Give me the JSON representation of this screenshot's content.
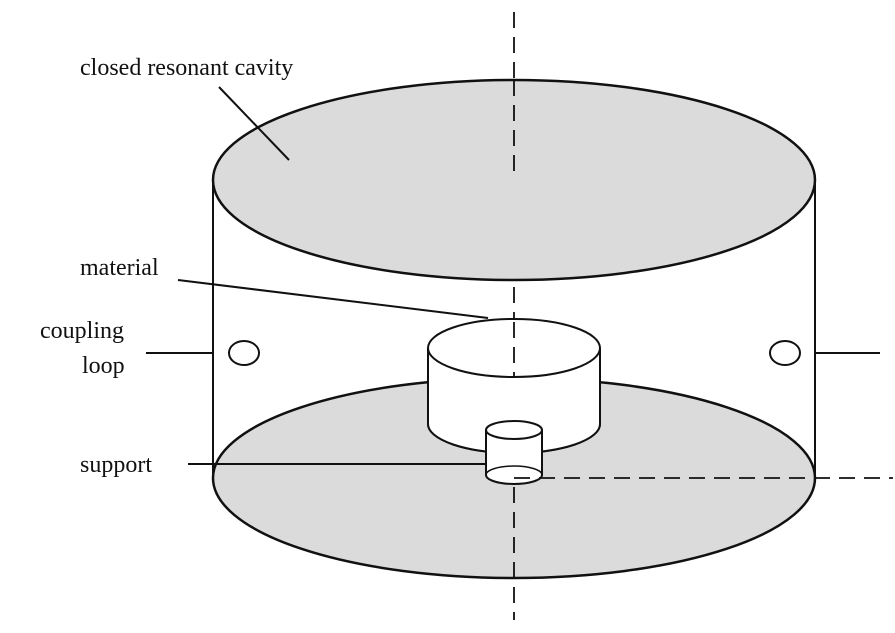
{
  "labels": {
    "cavity": "closed resonant cavity",
    "material": "material",
    "coupling_line1": "coupling",
    "coupling_line2": "loop",
    "support": "support"
  },
  "colors": {
    "stroke": "#111111",
    "fill": "#dcdbdc",
    "background": "#ffffff"
  }
}
